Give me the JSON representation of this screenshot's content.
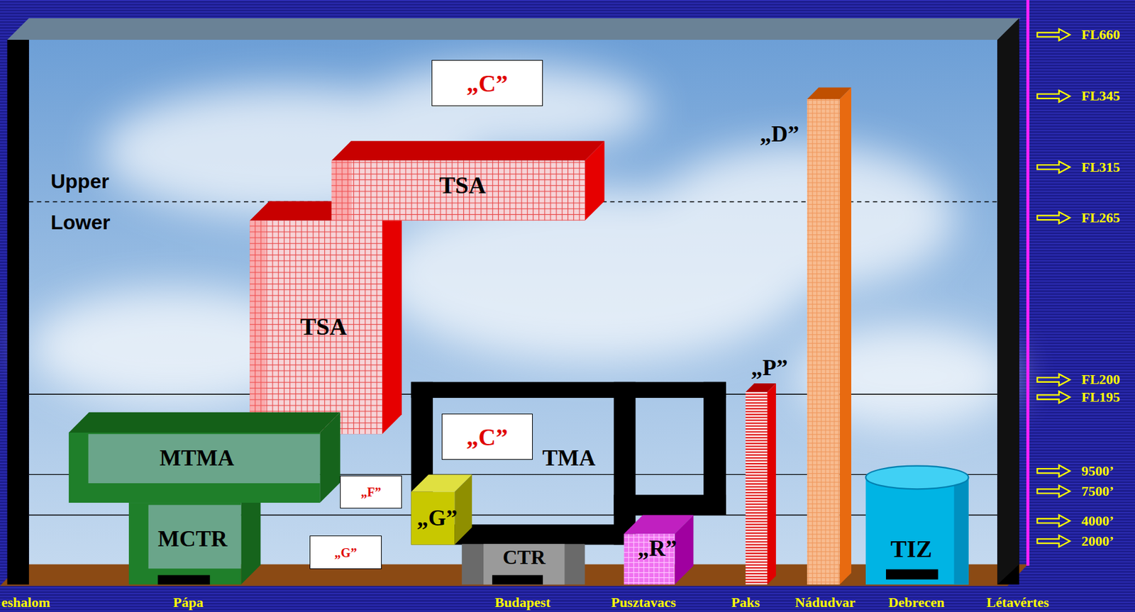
{
  "diagram": {
    "nodes": [
      {
        "text": [
          "„C”"
        ]
      },
      {
        "text": [
          "TSA"
        ]
      },
      {
        "text": [
          "„D”"
        ]
      },
      {
        "text": [
          "TSA"
        ]
      },
      {
        "text": [
          "„P”"
        ]
      },
      {
        "text": [
          "MTMA"
        ]
      },
      {
        "text": [
          "„C”"
        ]
      },
      {
        "text": [
          "TMA"
        ]
      },
      {
        "text": [
          "„F”"
        ]
      },
      {
        "text": [
          "„G”"
        ]
      },
      {
        "text": [
          "MCTR"
        ]
      },
      {
        "text": [
          "„R”"
        ]
      },
      {
        "text": [
          "TIZ"
        ]
      },
      {
        "text": [
          "„G”"
        ]
      },
      {
        "text": [
          "CTR"
        ]
      }
    ],
    "labels": [
      "Upper",
      "Lower",
      "FL660",
      "FL345",
      "FL315",
      "FL265",
      "FL200",
      "FL195",
      "9500’",
      "7500’",
      "4000’",
      "2000’",
      "eshalom",
      "Pápa",
      "Budapest",
      "Pusztavacs",
      "Paks",
      "Nádudvar",
      "Debrecen",
      "Létavértes"
    ]
  }
}
